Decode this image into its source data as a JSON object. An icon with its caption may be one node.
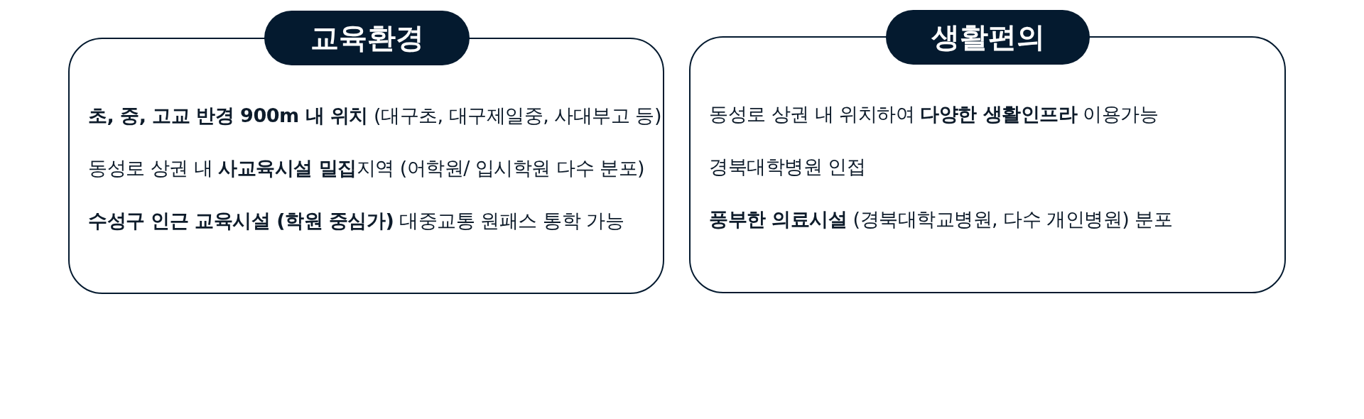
{
  "diagram": {
    "nodes": [
      {
        "text": [
          "교육환경"
        ]
      },
      {
        "text": [
          "**초, 중, 고교 반경 900m 내 위치** (대구초, 대구제일중, 사대부고 등)",
          "동성로 상권 내 **사교육시설 밀집**지역 (어학원/ 입시학원 다수 분포)",
          "**수성구 인근 교육시설 (학원 중심가)** 대중교통 원패스 통학 가능"
        ]
      },
      {
        "text": [
          "생활편의"
        ]
      },
      {
        "text": [
          "동성로 상권 내 위치하여 **다양한 생활인프라** 이용가능",
          "경북대학병원 인접",
          "**풍부한 의료시설** (경북대학교병원, 다수 개인병원) 분포"
        ]
      }
    ]
  }
}
